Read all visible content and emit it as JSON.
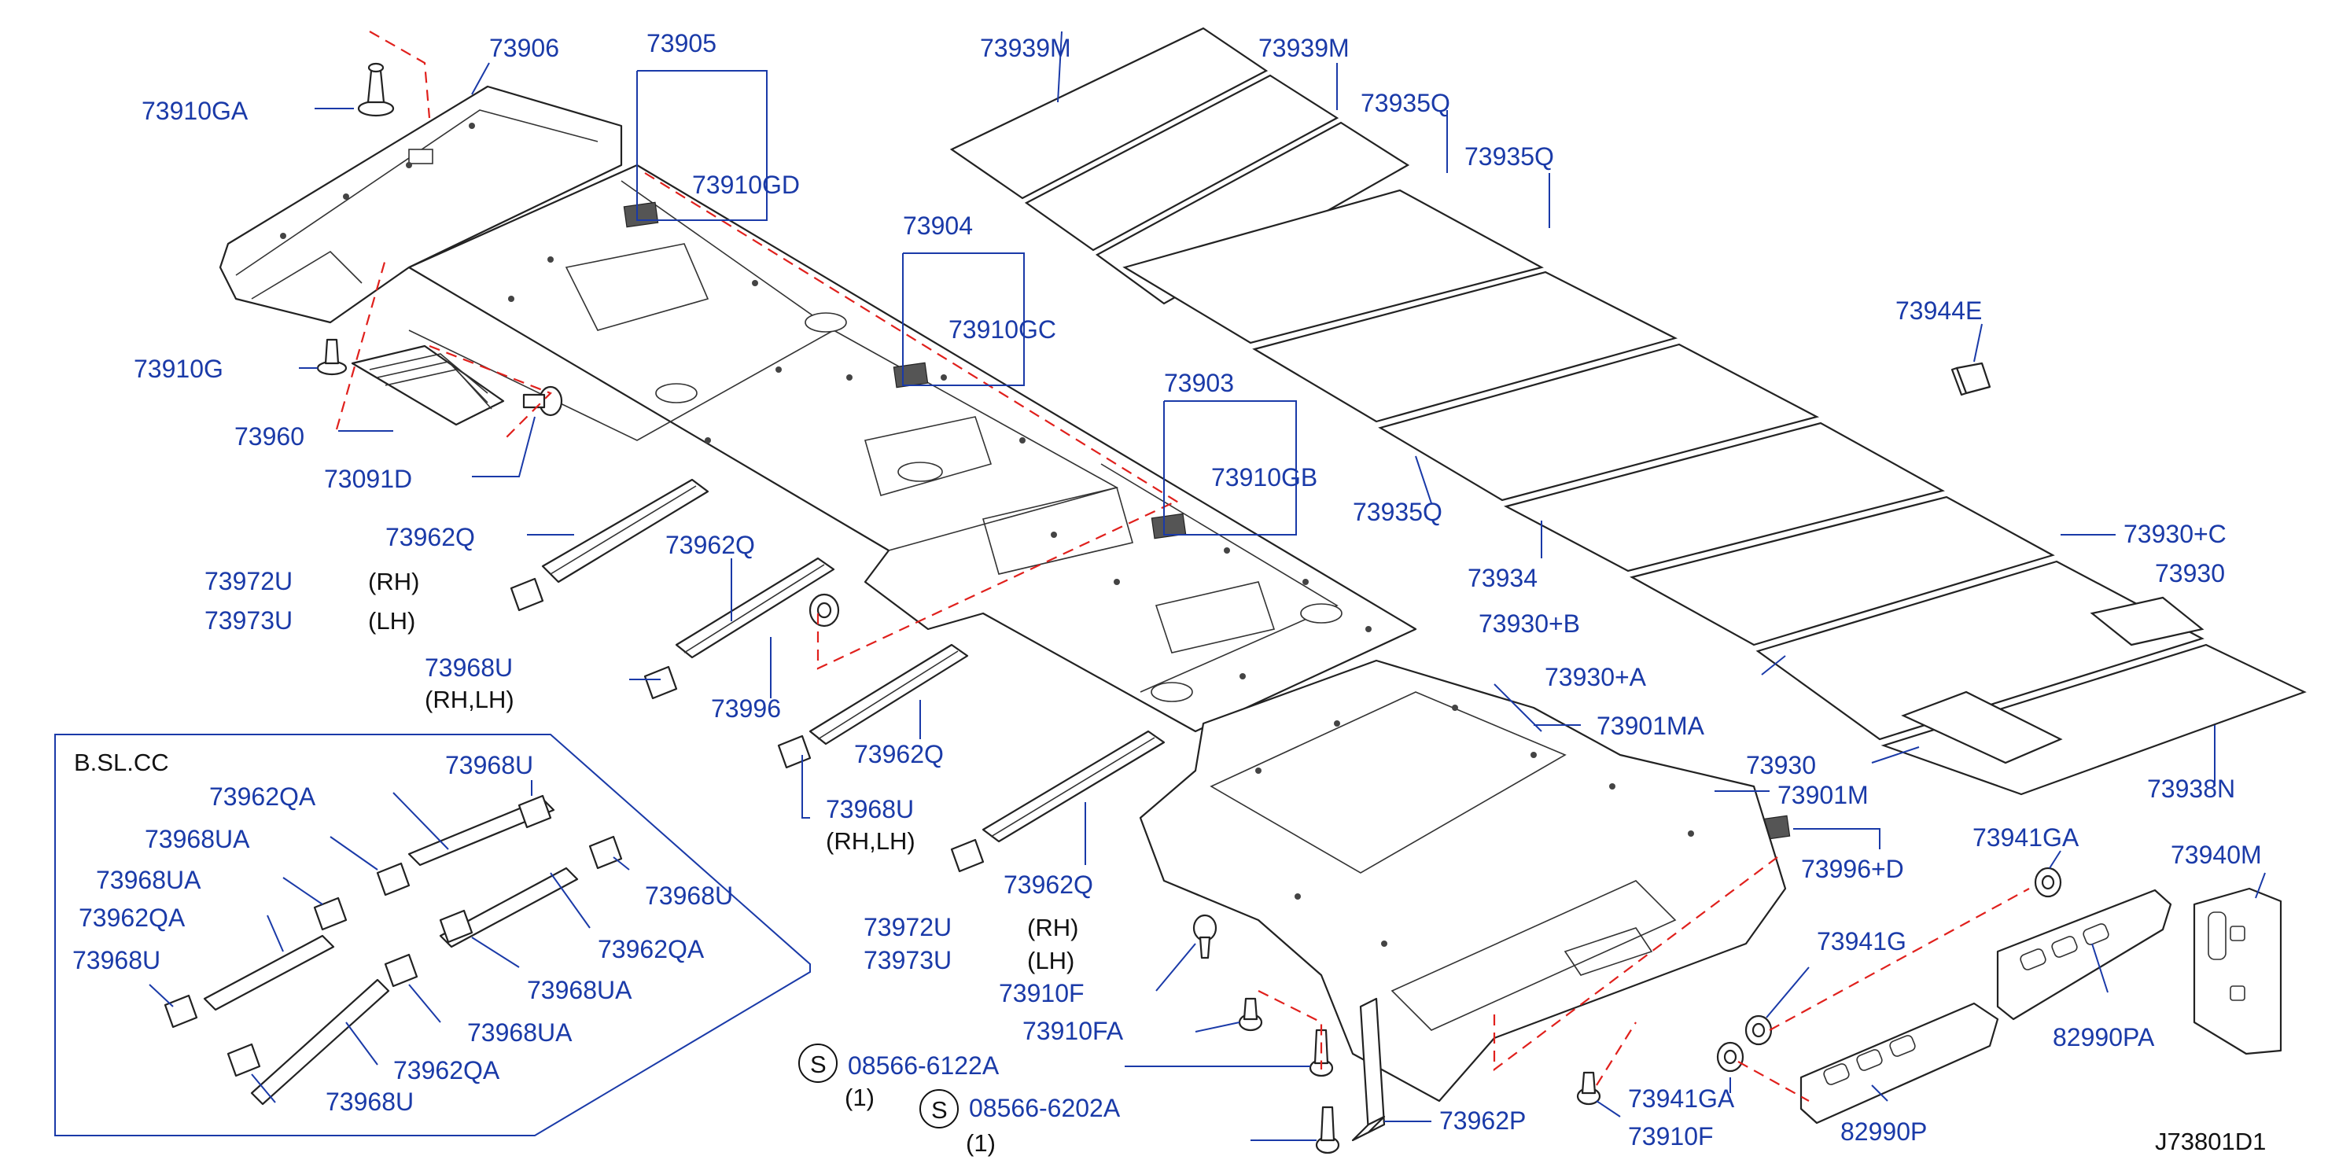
{
  "diagram": {
    "drawing_code": "J73801D1",
    "inset_title": "B.SL.CC",
    "screw_symbol": "S",
    "labels": {
      "p73906": "73906",
      "p73905": "73905",
      "p73910GA": "73910GA",
      "p73910GD": "73910GD",
      "p73904": "73904",
      "p73910GC": "73910GC",
      "p73910G": "73910G",
      "p73960": "73960",
      "p73091D": "73091D",
      "p73903": "73903",
      "p73910GB": "73910GB",
      "p73962Q_a": "73962Q",
      "p73962Q_b": "73962Q",
      "p73962Q_c": "73962Q",
      "p73962Q_d": "73962Q",
      "p73972U_a": "73972U",
      "rh_a": "(RH)",
      "p73973U_a": "73973U",
      "lh_a": "(LH)",
      "p73968U_a": "73968U",
      "rhlh_a": "(RH,LH)",
      "p73996": "73996",
      "p73968U_b": "73968U",
      "rhlh_b": "(RH,LH)",
      "p73972U_b": "73972U",
      "rh_b": "(RH)",
      "p73973U_b": "73973U",
      "lh_b": "(LH)",
      "p73939M_a": "73939M",
      "p73939M_b": "73939M",
      "p73935Q_a": "73935Q",
      "p73935Q_b": "73935Q",
      "p73935Q_c": "73935Q",
      "p73944E": "73944E",
      "p73934": "73934",
      "p73930B": "73930+B",
      "p73930A": "73930+A",
      "p73930C": "73930+C",
      "p73930_a": "73930",
      "p73930_b": "73930",
      "p73901MA": "73901MA",
      "p73901M": "73901M",
      "p73996D": "73996+D",
      "p73938N": "73938N",
      "p73941GA_a": "73941GA",
      "p73940M": "73940M",
      "p73941G": "73941G",
      "p82990PA": "82990PA",
      "p82990P": "82990P",
      "p73941GA_b": "73941GA",
      "p73910F_a": "73910F",
      "p73910FA": "73910FA",
      "p73910F_b": "73910F",
      "p73962P": "73962P",
      "bolt1": "08566-6122A",
      "bolt1_qty": "(1)",
      "bolt2": "08566-6202A",
      "bolt2_qty": "(1)",
      "in_73968U_a": "73968U",
      "in_73962QA_a": "73962QA",
      "in_73968UA_a": "73968UA",
      "in_73968UA_b": "73968UA",
      "in_73962QA_b": "73962QA",
      "in_73968U_b": "73968U",
      "in_73968U_c": "73968U",
      "in_73962QA_c": "73962QA",
      "in_73968UA_c": "73968UA",
      "in_73968UA_d": "73968UA",
      "in_73962QA_d": "73962QA",
      "in_73968U_d": "73968U"
    }
  }
}
